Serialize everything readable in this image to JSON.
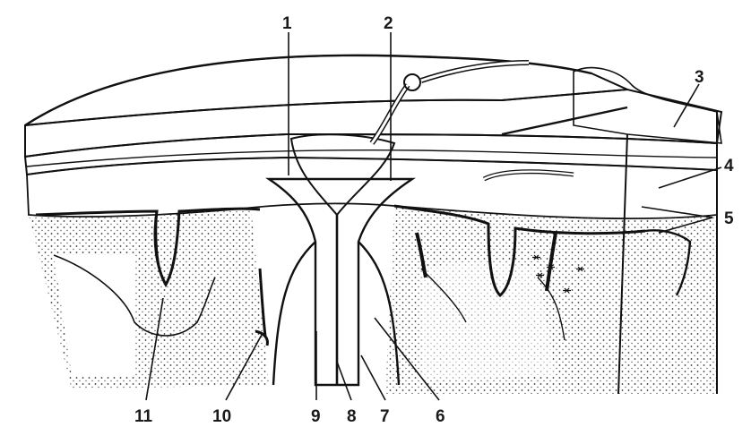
{
  "callouts": [
    {
      "id": "1",
      "text": "1"
    },
    {
      "id": "2",
      "text": "2"
    },
    {
      "id": "3",
      "text": "3"
    },
    {
      "id": "4",
      "text": "4"
    },
    {
      "id": "5",
      "text": "5"
    },
    {
      "id": "6",
      "text": "6"
    },
    {
      "id": "7",
      "text": "7"
    },
    {
      "id": "8",
      "text": "8"
    },
    {
      "id": "9",
      "text": "9"
    },
    {
      "id": "10",
      "text": "10"
    },
    {
      "id": "11",
      "text": "11"
    }
  ],
  "colors": {
    "ink": "#111111",
    "paper": "#ffffff",
    "stipple": "#9a9a9a"
  }
}
